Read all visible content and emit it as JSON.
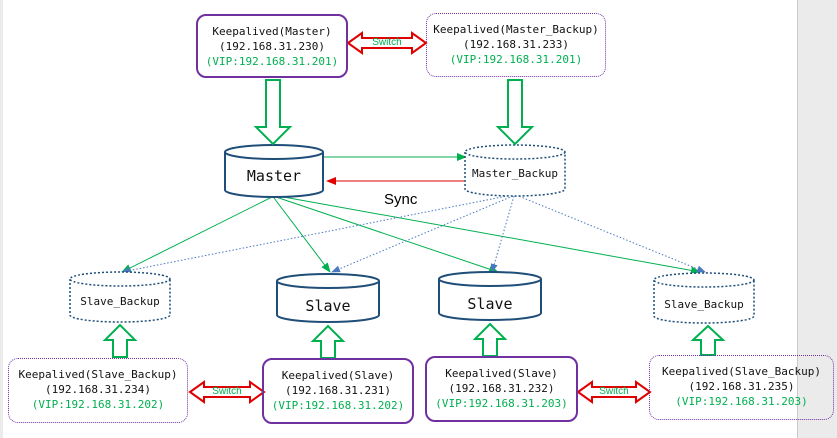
{
  "colors": {
    "box_border": "#7030a0",
    "vip_text": "#00b050",
    "switch_arrow": "#e00000",
    "switch_text": "#00b050",
    "down_arrow": "#00b050",
    "replication_line": "#00b050",
    "backup_line": "#4a78c0",
    "sync_back_line": "#e00000",
    "db_stroke": "#1f4e79"
  },
  "keepalived": {
    "master": {
      "title": "Keepalived(Master)",
      "ip": "(192.168.31.230)",
      "vip": "(VIP:192.168.31.201)"
    },
    "master_backup": {
      "title": "Keepalived(Master_Backup)",
      "ip": "(192.168.31.233)",
      "vip": "(VIP:192.168.31.201)"
    },
    "slave_backup_left": {
      "title": "Keepalived(Slave_Backup)",
      "ip": "(192.168.31.234)",
      "vip": "(VIP:192.168.31.202)"
    },
    "slave_left": {
      "title": "Keepalived(Slave)",
      "ip": "(192.168.31.231)",
      "vip": "(VIP:192.168.31.202)"
    },
    "slave_right": {
      "title": "Keepalived(Slave)",
      "ip": "(192.168.31.232)",
      "vip": "(VIP:192.168.31.203)"
    },
    "slave_backup_right": {
      "title": "Keepalived(Slave_Backup)",
      "ip": "(192.168.31.235)",
      "vip": "(VIP:192.168.31.203)"
    }
  },
  "databases": {
    "master": "Master",
    "master_backup": "Master_Backup",
    "slave_backup_left": "Slave_Backup",
    "slave_left": "Slave",
    "slave_right": "Slave",
    "slave_backup_right": "Slave_Backup"
  },
  "switch_labels": {
    "top": "Switch",
    "bottom_left": "Switch",
    "bottom_right": "Switch"
  },
  "sync_label": "Sync"
}
